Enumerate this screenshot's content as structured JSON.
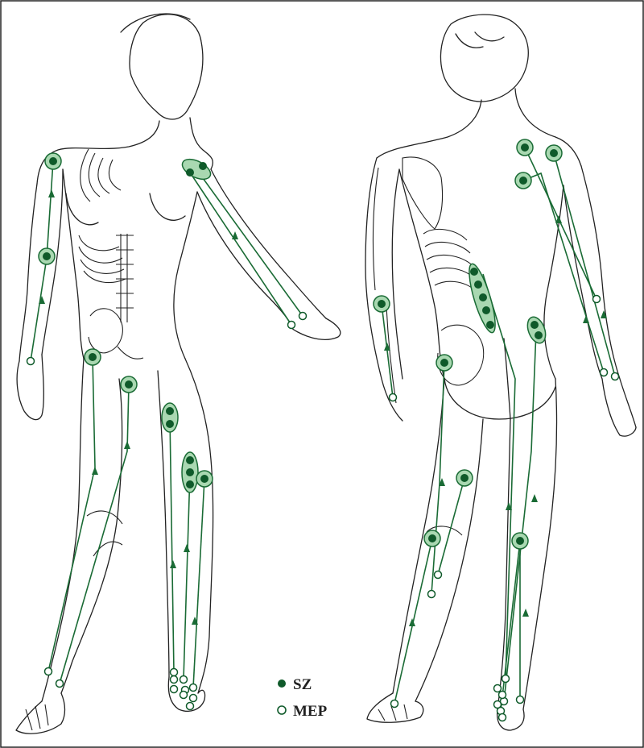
{
  "legend": {
    "items": [
      {
        "label": "SZ",
        "marker": "filled-dot"
      },
      {
        "label": "MEP",
        "marker": "open-circle"
      }
    ]
  },
  "colors": {
    "route": "#1a6b35",
    "dot": "#0f5a2a",
    "halo": "#a9d8b1",
    "outline": "#222222"
  }
}
